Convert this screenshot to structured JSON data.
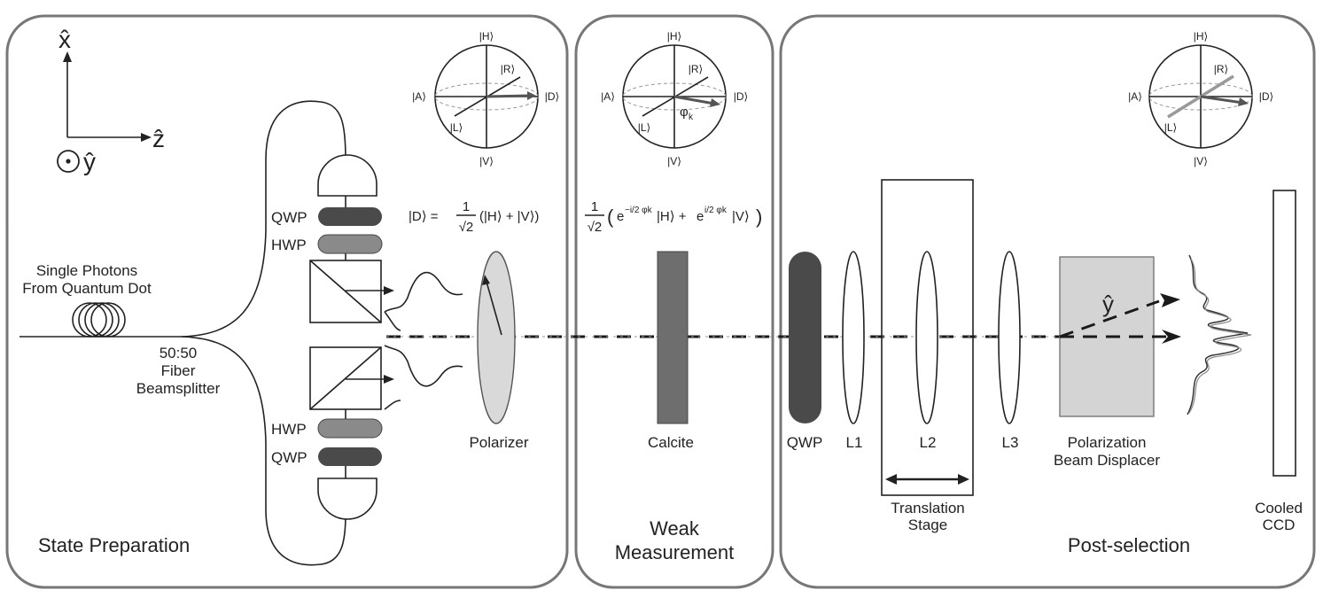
{
  "axes": {
    "x_label": "x̂",
    "z_label": "ẑ",
    "y_label": "ŷ"
  },
  "panels": {
    "state_preparation": "State Preparation",
    "weak_measurement_line1": "Weak",
    "weak_measurement_line2": "Measurement",
    "post_selection": "Post-selection"
  },
  "source": {
    "line1": "Single Photons",
    "line2": "From Quantum Dot"
  },
  "beamsplitter": {
    "line1": "50:50",
    "line2": "Fiber",
    "line3": "Beamsplitter"
  },
  "components": {
    "qwp_top": "QWP",
    "hwp_top": "HWP",
    "hwp_bottom": "HWP",
    "qwp_bottom": "QWP",
    "polarizer": "Polarizer",
    "calcite": "Calcite",
    "qwp_post": "QWP",
    "l1": "L1",
    "l2": "L2",
    "l3": "L3",
    "translation_line1": "Translation",
    "translation_line2": "Stage",
    "pbd_line1": "Polarization",
    "pbd_line2": "Beam Displacer",
    "ccd_line1": "Cooled",
    "ccd_line2": "CCD",
    "pbd_axis": "ŷ"
  },
  "bloch": {
    "H": "|H⟩",
    "V": "|V⟩",
    "A": "|A⟩",
    "D": "|D⟩",
    "R": "|R⟩",
    "L": "|L⟩",
    "phi": "φ",
    "phi_sub": "k"
  },
  "equations": {
    "eq1_lhs": "|D⟩ =",
    "eq1_num": "1",
    "eq1_den": "√2",
    "eq1_rhs": "(|H⟩ + |V⟩)",
    "eq2_num": "1",
    "eq2_den": "√2",
    "eq2_open": "(",
    "eq2_e1": "e",
    "eq2_exp1": "−i/2 φk",
    "eq2_h": "|H⟩ +",
    "eq2_e2": "e",
    "eq2_exp2": "i/2 φk",
    "eq2_v": "|V⟩",
    "eq2_close": ")"
  },
  "colors": {
    "panel_border": "#777777",
    "dark_plate": "#4a4a4a",
    "light_plate": "#8a8a8a",
    "polarizer_fill": "#d9d9d9",
    "calcite_fill": "#6e6e6e",
    "pbd_fill": "#d4d4d4"
  }
}
